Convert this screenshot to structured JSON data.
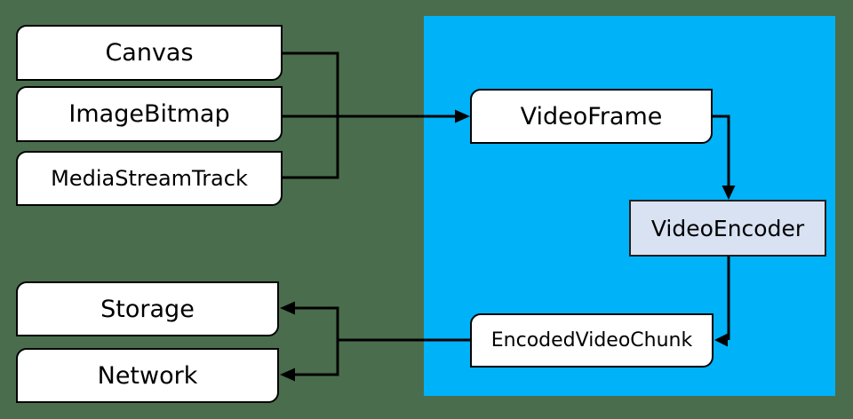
{
  "colors": {
    "background": "#4a6e4d",
    "panel": "#00b2f8",
    "node_fill": "#ffffff",
    "node_border": "#000000",
    "encoder_fill": "#d9e2f3",
    "encoder_border": "#1f1f1f",
    "line": "#000000",
    "text": "#000000"
  },
  "nodes": {
    "canvas": "Canvas",
    "image_bitmap": "ImageBitmap",
    "media_stream_track": "MediaStreamTrack",
    "video_frame": "VideoFrame",
    "video_encoder": "VideoEncoder",
    "encoded_video_chunk": "EncodedVideoChunk",
    "storage": "Storage",
    "network": "Network"
  },
  "edges": [
    {
      "from": "Canvas",
      "to": "VideoFrame"
    },
    {
      "from": "ImageBitmap",
      "to": "VideoFrame"
    },
    {
      "from": "MediaStreamTrack",
      "to": "VideoFrame"
    },
    {
      "from": "VideoFrame",
      "to": "VideoEncoder"
    },
    {
      "from": "VideoEncoder",
      "to": "EncodedVideoChunk"
    },
    {
      "from": "EncodedVideoChunk",
      "to": "Storage"
    },
    {
      "from": "EncodedVideoChunk",
      "to": "Network"
    }
  ]
}
